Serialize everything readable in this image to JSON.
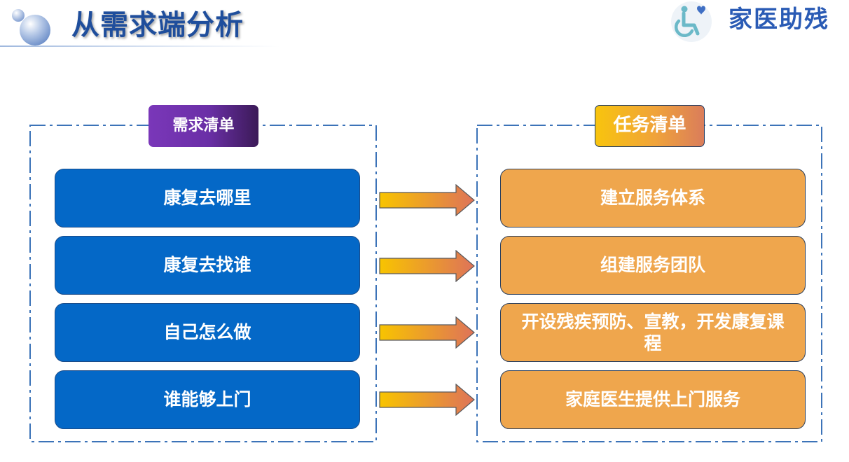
{
  "header": {
    "title": "从需求端分析",
    "logo_text": "家医助残"
  },
  "needs": {
    "label": "需求清单",
    "items": [
      "康复去哪里",
      "康复去找谁",
      "自己怎么做",
      "谁能够上门"
    ]
  },
  "tasks": {
    "label": "任务清单",
    "items": [
      "建立服务体系",
      "组建服务团队",
      "开设残疾预防、宣教，开发康复课程",
      "家庭医生提供上门服务"
    ]
  },
  "colors": {
    "title": "#1f4e9c",
    "need_box": "#0468c7",
    "task_box": "#efa64d",
    "need_tag_start": "#7a37b9",
    "need_tag_end": "#3b1a57",
    "task_tag_start": "#f8c40e",
    "task_tag_end": "#da7d5b",
    "frame": "#3c73b8",
    "arrow_start": "#f8c400",
    "arrow_end": "#de7359"
  },
  "icons": {
    "header_decoration": "bubble-icon",
    "logo": "wheelchair-heart-icon",
    "connector": "right-arrow-icon"
  }
}
